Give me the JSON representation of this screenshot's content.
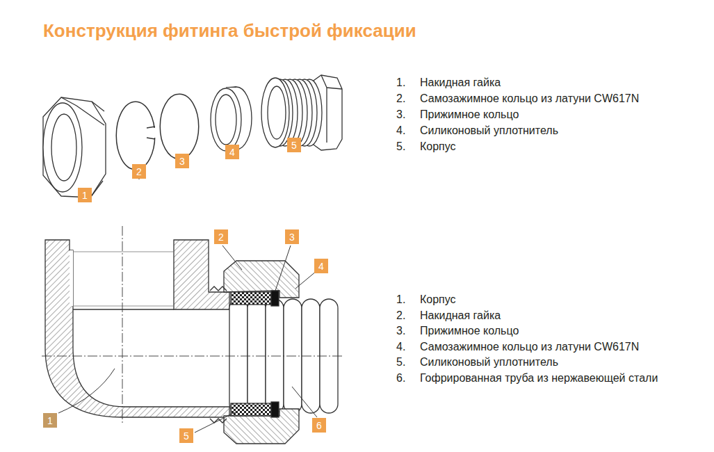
{
  "diagram": {
    "title": "Конструкция фитинга быстрой фиксации",
    "nodes": [
      {
        "text": [
          "1"
        ]
      },
      {
        "text": [
          "2"
        ]
      },
      {
        "text": [
          "3"
        ]
      },
      {
        "text": [
          "4"
        ]
      },
      {
        "text": [
          "5"
        ]
      },
      {
        "text": [
          "2"
        ]
      },
      {
        "text": [
          "3"
        ]
      },
      {
        "text": [
          "4"
        ]
      },
      {
        "text": [
          "1"
        ]
      },
      {
        "text": [
          "5"
        ]
      },
      {
        "text": [
          "6"
        ]
      }
    ],
    "labels": [
      "1.",
      "Накидная гайка",
      "2.",
      "Самозажимное кольцо из латуни CW617N",
      "3.",
      "Прижимное кольцо",
      "4.",
      "Силиконовый уплотнитель",
      "5.",
      "Корпус",
      "1.",
      "Корпус",
      "2.",
      "Накидная гайка",
      "3.",
      "Прижимное кольцо",
      "4.",
      "Самозажимное кольцо из латуни CW617N",
      "5.",
      "Силиконовый уплотнитель",
      "6.",
      "Гофрированная труба из нержавеющей стали"
    ]
  }
}
